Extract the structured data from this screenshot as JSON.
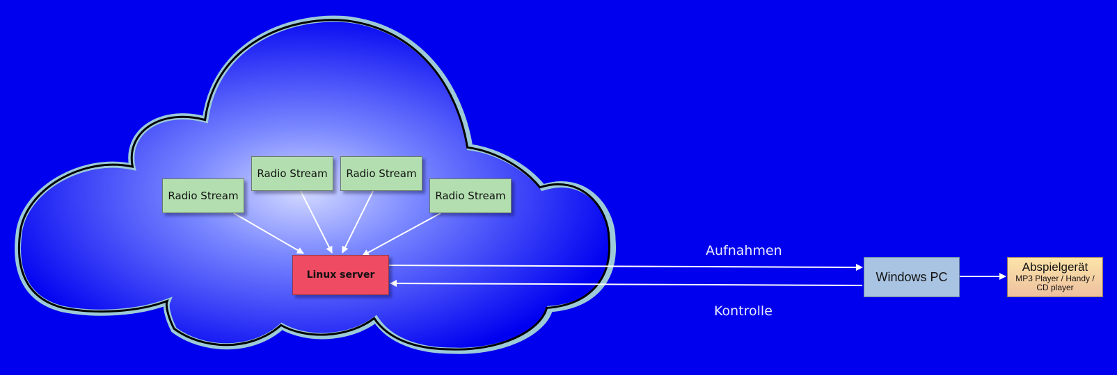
{
  "diagram": {
    "cloud": {
      "fill_center": "#c8d0ff",
      "fill_edge": "#0000f0",
      "outline_inner": "#000000",
      "outline_outer": "#9ccad8"
    },
    "streams": [
      {
        "label": "Radio Stream"
      },
      {
        "label": "Radio Stream"
      },
      {
        "label": "Radio Stream"
      },
      {
        "label": "Radio Stream"
      }
    ],
    "linux_server": {
      "label": "Linux server",
      "color": "#ef4b63"
    },
    "windows_pc": {
      "label": "Windows PC",
      "color": "#a9c4e2"
    },
    "player": {
      "title": "Abspielgerät",
      "subtitle": "MP3 Player / Handy / CD player"
    },
    "edges": {
      "recordings_label": "Aufnahmen",
      "control_label": "Kontrolle"
    },
    "background": "#0000ee"
  }
}
